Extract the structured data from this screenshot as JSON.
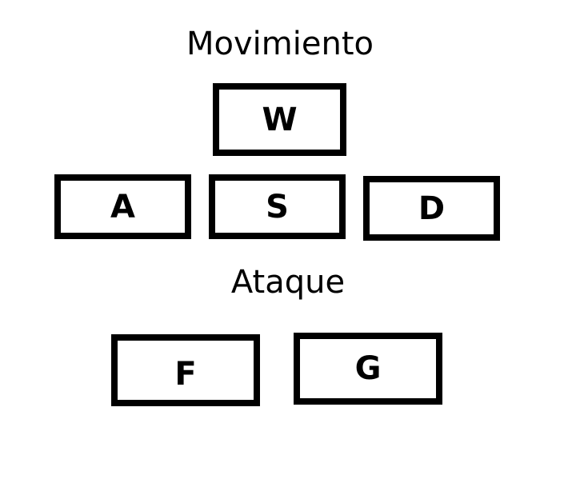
{
  "movement": {
    "title": "Movimiento",
    "keys": {
      "w": "W",
      "a": "A",
      "s": "S",
      "d": "D"
    }
  },
  "attack": {
    "title": "Ataque",
    "keys": {
      "f": "F",
      "g": "G"
    }
  }
}
